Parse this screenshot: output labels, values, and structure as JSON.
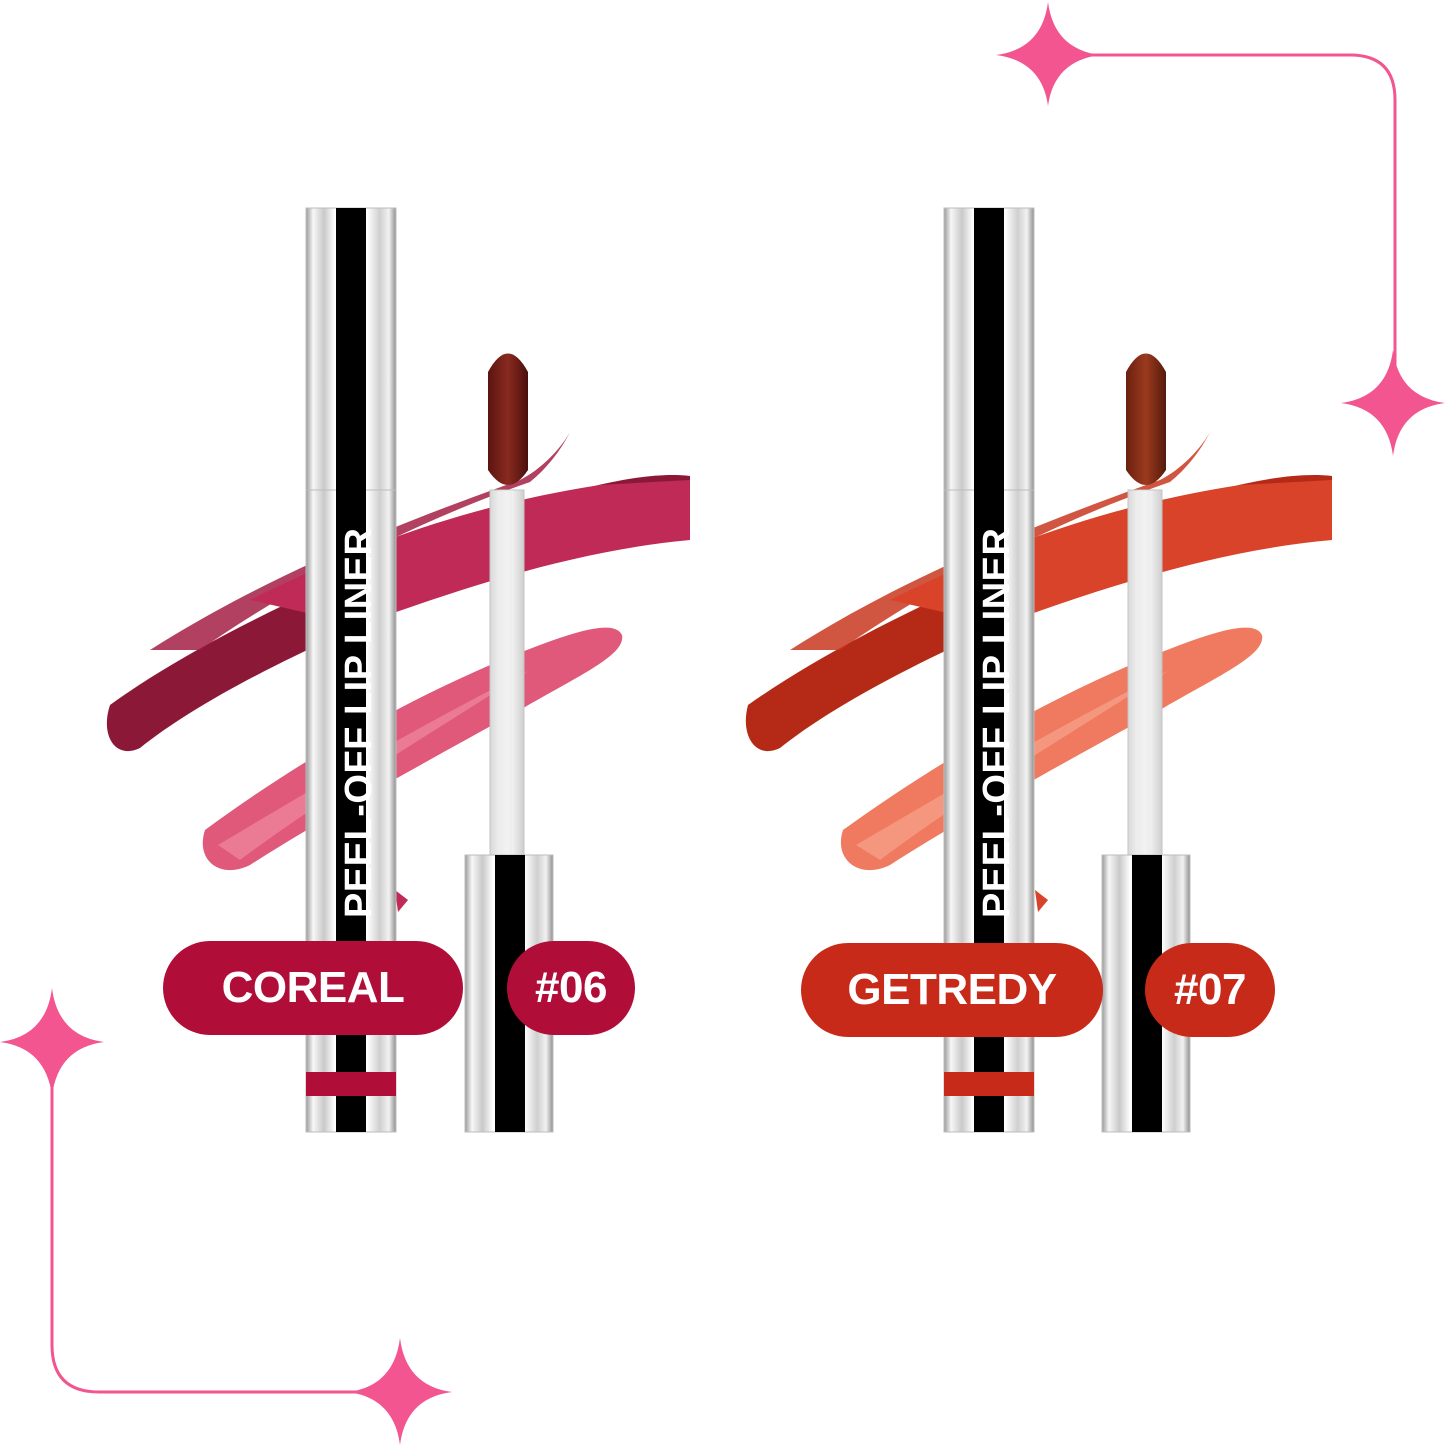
{
  "colors": {
    "frame_accent": "#f2558f",
    "coreal": "#b00d39",
    "getredy": "#c72a18",
    "coreal_swatch_dark": "#8c1838",
    "coreal_swatch_mid": "#c02a57",
    "coreal_swatch_light": "#e0587a",
    "getredy_swatch_dark": "#b52a16",
    "getredy_swatch_mid": "#d8432a",
    "getredy_swatch_light": "#ef7a5f"
  },
  "products": [
    {
      "tube_label": "PEEL-OFF LIP LINER",
      "shade_name": "COREAL",
      "shade_number": "#06"
    },
    {
      "tube_label": "PEEL-OFF LIP LINER",
      "shade_name": "GETREDY",
      "shade_number": "#07"
    }
  ],
  "icons": [
    "sparkle-icon",
    "sparkle-icon",
    "sparkle-icon",
    "sparkle-icon"
  ]
}
